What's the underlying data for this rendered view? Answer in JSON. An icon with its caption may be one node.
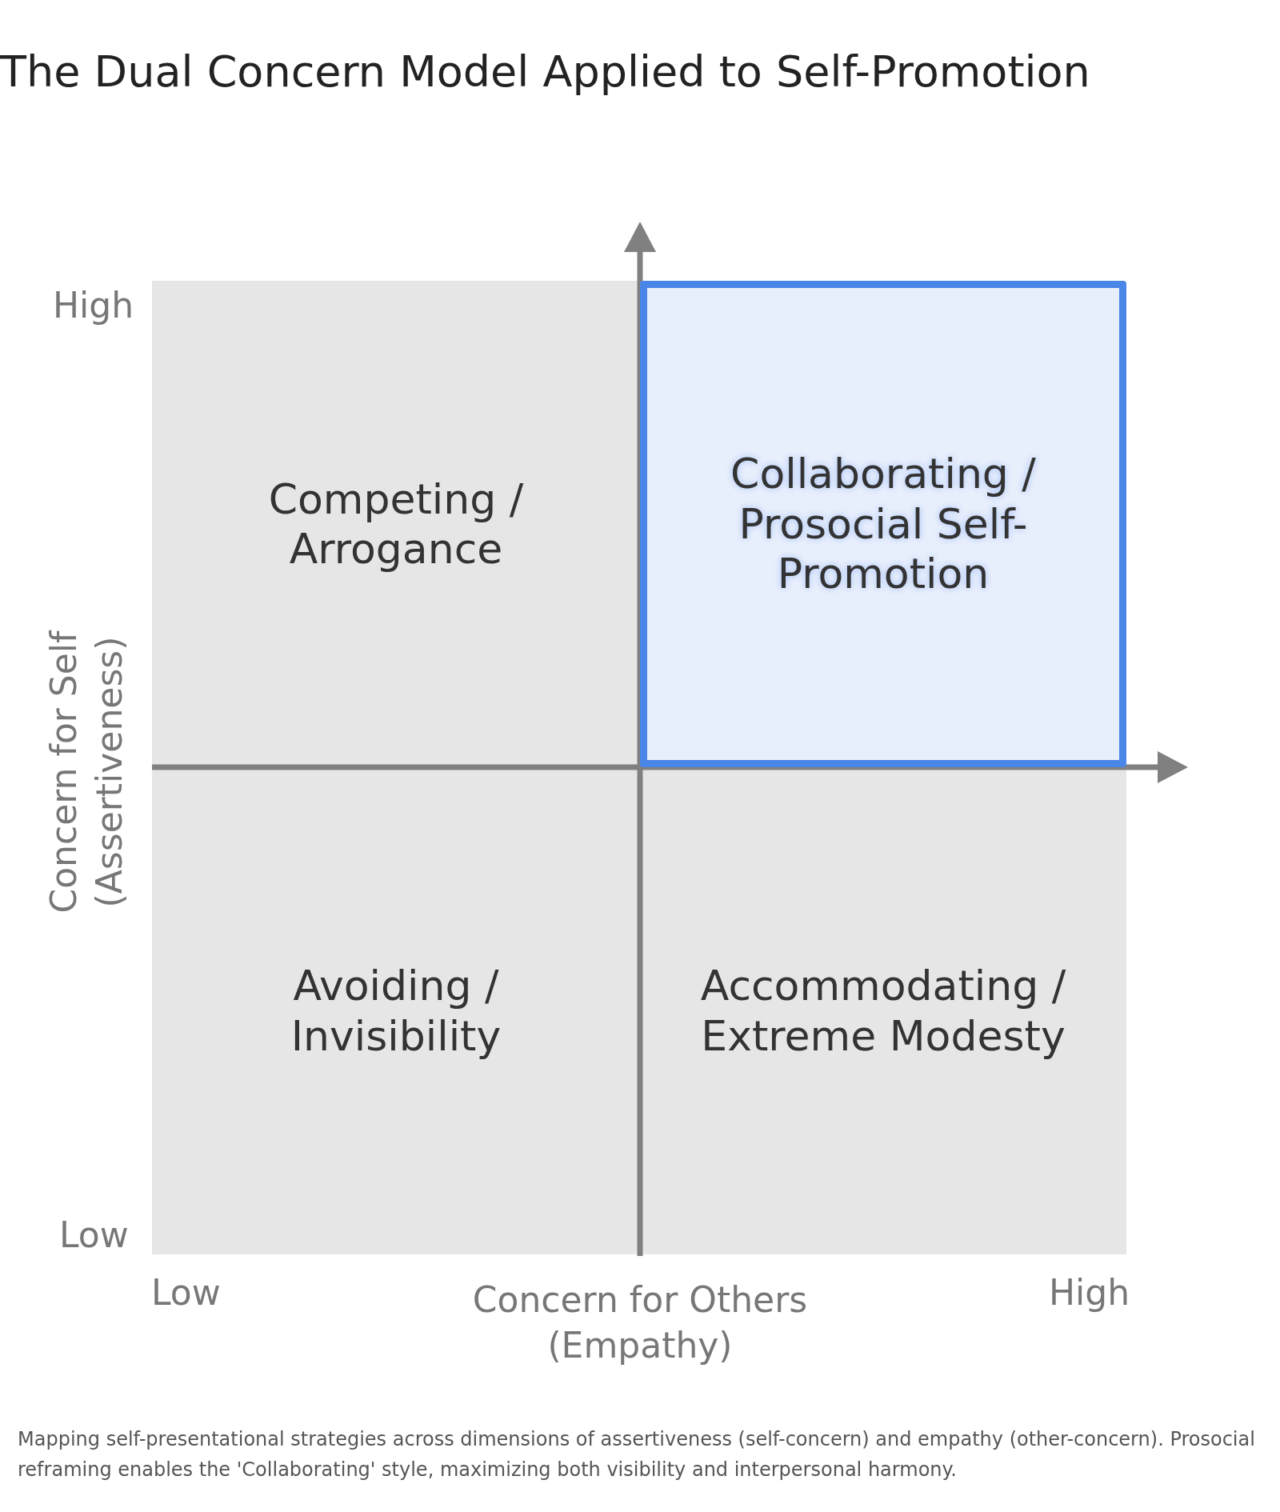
{
  "diagram": {
    "title": "The Dual Concern Model Applied to Self-Promotion",
    "caption": "Mapping self-presentational strategies across dimensions of assertiveness (self-concern) and empathy (other-concern). Prosocial reframing enables the 'Collaborating' style, maximizing both visibility and interpersonal harmony.",
    "nodes": [
      {
        "text": [
          "Competing / Arrogance"
        ]
      },
      {
        "text": [
          "Collaborating / Prosocial Self-Promotion"
        ]
      },
      {
        "text": [
          "Avoiding / Invisibility"
        ]
      },
      {
        "text": [
          "Accommodating / Extreme Modesty"
        ]
      }
    ],
    "labels": [
      "High",
      "Concern for Self (Assertiveness)",
      "Low",
      "Low",
      "Concern for Others (Empathy)",
      "High"
    ]
  }
}
